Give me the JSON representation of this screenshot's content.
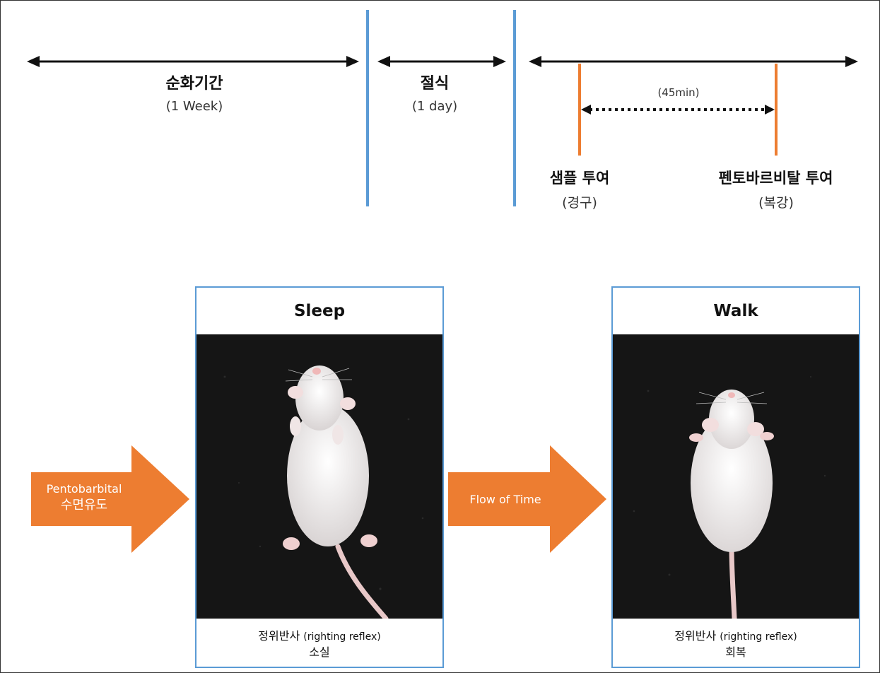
{
  "timeline": {
    "phase_acclimation": {
      "title": "순화기간",
      "duration": "(1 Week)"
    },
    "phase_fasting": {
      "title": "절식",
      "duration": "(1 day)"
    },
    "interval_label": "(45min)",
    "event_sample": {
      "title": "샘플 투여",
      "route": "(경구)"
    },
    "event_pentobarbital": {
      "title": "펜토바르비탈 투여",
      "route": "(복강)"
    }
  },
  "flow": {
    "arrow_induction": {
      "line1": "Pentobarbital",
      "line2": "수면유도"
    },
    "arrow_time": {
      "label": "Flow of Time"
    },
    "panel_sleep": {
      "title": "Sleep",
      "caption_line1_kr": "정위반사",
      "caption_line1_en": "(righting reflex)",
      "caption_line2": "소실"
    },
    "panel_walk": {
      "title": "Walk",
      "caption_line1_kr": "정위반사",
      "caption_line1_en": "(righting reflex)",
      "caption_line2": "회복"
    }
  },
  "colors": {
    "divider": "#5b9bd5",
    "event_marker": "#ed7d31",
    "arrow_fill": "#ed7d31",
    "panel_border": "#5b9bd5",
    "photo_background": "#151515"
  }
}
